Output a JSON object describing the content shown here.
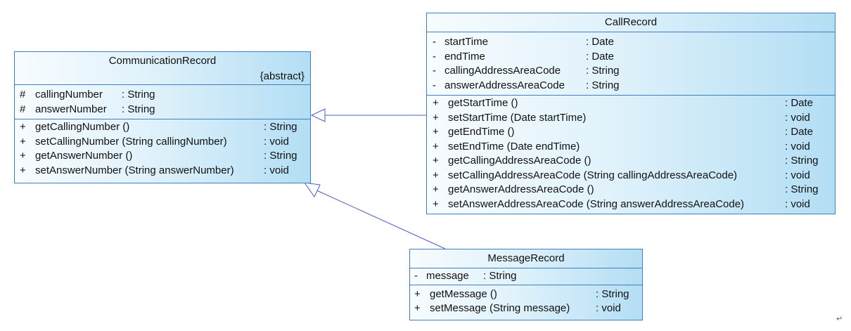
{
  "classes": {
    "communication": {
      "name": "CommunicationRecord",
      "stereotype": "{abstract}",
      "attributes": [
        {
          "vis": "#",
          "name": "callingNumber",
          "type": ": String"
        },
        {
          "vis": "#",
          "name": "answerNumber",
          "type": ": String"
        }
      ],
      "operations": [
        {
          "vis": "+",
          "name": "getCallingNumber ()",
          "type": ": String"
        },
        {
          "vis": "+",
          "name": "setCallingNumber (String callingNumber)",
          "type": ": void"
        },
        {
          "vis": "+",
          "name": "getAnswerNumber ()",
          "type": ": String"
        },
        {
          "vis": "+",
          "name": "setAnswerNumber (String answerNumber)",
          "type": ": void"
        }
      ]
    },
    "call": {
      "name": "CallRecord",
      "attributes": [
        {
          "vis": "-",
          "name": "startTime",
          "type": ": Date"
        },
        {
          "vis": "-",
          "name": "endTime",
          "type": ": Date"
        },
        {
          "vis": "-",
          "name": "callingAddressAreaCode",
          "type": ": String"
        },
        {
          "vis": "-",
          "name": "answerAddressAreaCode",
          "type": ": String"
        }
      ],
      "operations": [
        {
          "vis": "+",
          "name": "getStartTime ()",
          "type": ": Date"
        },
        {
          "vis": "+",
          "name": "setStartTime (Date startTime)",
          "type": ": void"
        },
        {
          "vis": "+",
          "name": "getEndTime ()",
          "type": ": Date"
        },
        {
          "vis": "+",
          "name": "setEndTime (Date endTime)",
          "type": ": void"
        },
        {
          "vis": "+",
          "name": "getCallingAddressAreaCode ()",
          "type": ": String"
        },
        {
          "vis": "+",
          "name": "setCallingAddressAreaCode (String callingAddressAreaCode)",
          "type": ": void"
        },
        {
          "vis": "+",
          "name": "getAnswerAddressAreaCode ()",
          "type": ": String"
        },
        {
          "vis": "+",
          "name": "setAnswerAddressAreaCode (String answerAddressAreaCode)",
          "type": ": void"
        }
      ]
    },
    "message": {
      "name": "MessageRecord",
      "attributes": [
        {
          "vis": "-",
          "name": "message",
          "type": ": String"
        }
      ],
      "operations": [
        {
          "vis": "+",
          "name": "getMessage ()",
          "type": ": String"
        },
        {
          "vis": "+",
          "name": "setMessage (String message)",
          "type": ": void"
        }
      ]
    }
  },
  "relations": [
    {
      "type": "generalization",
      "from": "CallRecord",
      "to": "CommunicationRecord"
    },
    {
      "type": "generalization",
      "from": "MessageRecord",
      "to": "CommunicationRecord"
    }
  ],
  "paragraph_mark": "↵",
  "colors": {
    "border": "#3f7fbf",
    "line": "#4a5fbf",
    "fill_light": "#f7fcff",
    "fill_dark": "#b3def4"
  }
}
